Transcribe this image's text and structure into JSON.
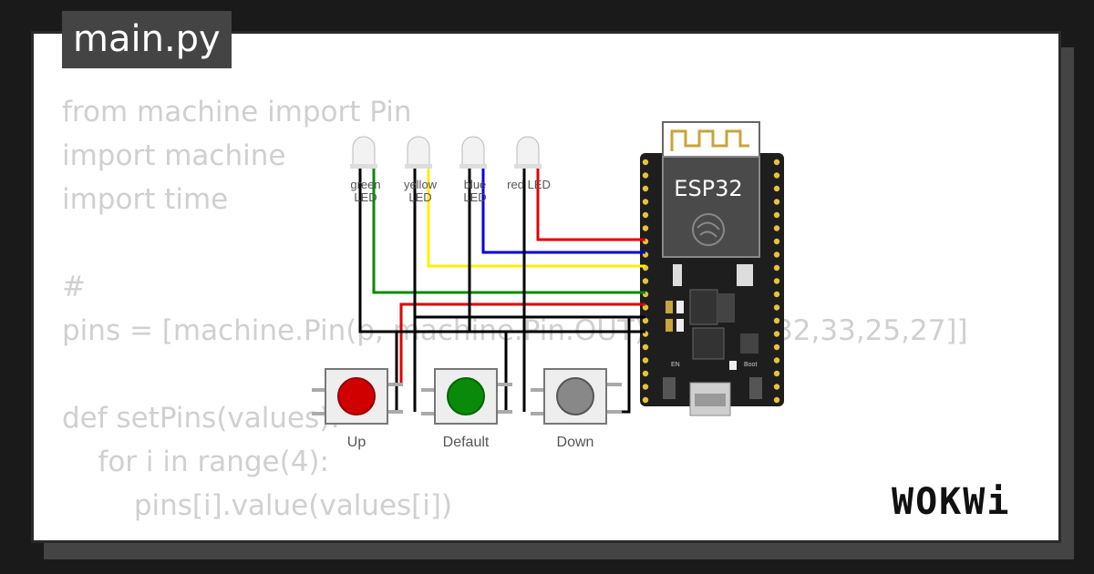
{
  "tab": {
    "filename": "main.py"
  },
  "code_lines": [
    "from machine import Pin",
    "import machine",
    "import time",
    "",
    "#",
    "pins = [machine.Pin(p, machine.Pin.OUT) for p in [32,33,25,27]]",
    "",
    "def setPins(values):",
    "    for i in range(4):",
    "        pins[i].value(values[i])"
  ],
  "leds": [
    {
      "label_top": "green",
      "label_bottom": "LED"
    },
    {
      "label_top": "yellow",
      "label_bottom": "LED"
    },
    {
      "label_top": "blue",
      "label_bottom": "LED"
    },
    {
      "label_top": "red",
      "label_bottom": "LED"
    }
  ],
  "buttons": [
    {
      "label": "Up",
      "color": "#d00000"
    },
    {
      "label": "Default",
      "color": "#0a8a0a"
    },
    {
      "label": "Down",
      "color": "#888888"
    }
  ],
  "board": {
    "chip_label": "ESP32",
    "en_label": "EN",
    "boot_label": "Boot"
  },
  "wire_colors": {
    "green": "#0a8a0a",
    "yellow": "#ffee00",
    "blue": "#0000dd",
    "red": "#e00000",
    "black": "#000000"
  },
  "logo": "WOKWi"
}
